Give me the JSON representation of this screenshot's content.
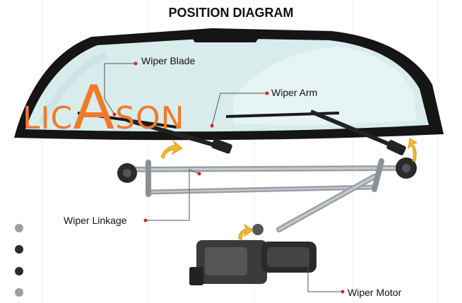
{
  "title": "POSITION DIAGRAM",
  "labels": {
    "wiper_blade": "Wiper Blade",
    "wiper_arm": "Wiper Arm",
    "wiper_linkage": "Wiper Linkage",
    "wiper_motor": "Wiper Motor"
  },
  "watermark": {
    "part1": "LIC",
    "part2": "A",
    "part3": "SON"
  },
  "colors": {
    "accent": "#f07a2a",
    "callout": "#e02020",
    "frame": "#151515",
    "glass": "#d8ecec",
    "metal": "#9aa0a6",
    "arrow": "#f3b830"
  },
  "pager_dots": [
    {
      "name": "dot-1",
      "color": "#9e9e9e"
    },
    {
      "name": "dot-2",
      "color": "#2b2b2b"
    },
    {
      "name": "dot-3",
      "color": "#2b2b2b"
    },
    {
      "name": "dot-4",
      "color": "#9e9e9e"
    }
  ]
}
